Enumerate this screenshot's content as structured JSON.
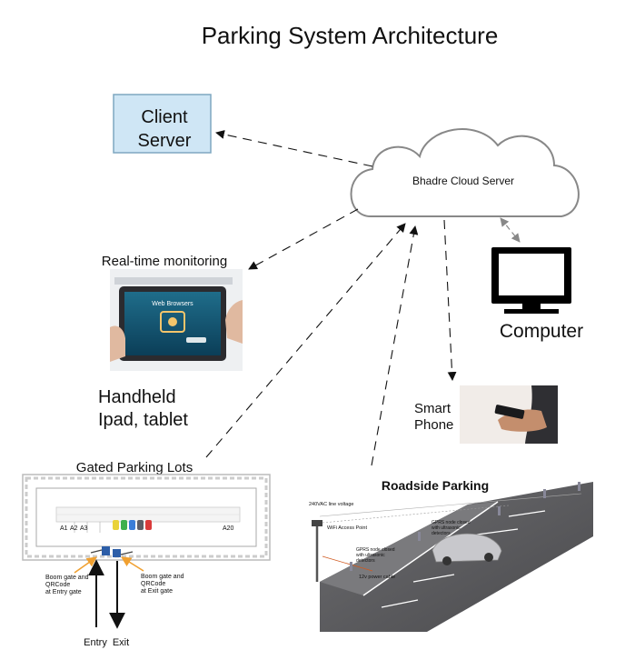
{
  "title": "Parking System Architecture",
  "nodes": {
    "client_server": {
      "line1": "Client",
      "line2": "Server"
    },
    "cloud": {
      "label": "Bhadre Cloud Server"
    },
    "monitoring": {
      "label": "Real-time monitoring",
      "screen_text": "Web Browsers"
    },
    "handheld": {
      "line1": "Handheld",
      "line2": "Ipad, tablet"
    },
    "computer": {
      "label": "Computer"
    },
    "smartphone": {
      "line1": "Smart",
      "line2": "Phone"
    },
    "gated": {
      "label": "Gated Parking Lots",
      "slot_labels": [
        "A1",
        "A2",
        "A3",
        "A20"
      ],
      "entry_gate_text": [
        "Boom gate and",
        "QRCode",
        "at Entry gate"
      ],
      "exit_gate_text": [
        "Boom gate and",
        "QRCode",
        "at Exit gate"
      ],
      "entry": "Entry",
      "exit": "Exit"
    },
    "roadside": {
      "label": "Roadside Parking",
      "annotations": {
        "voltage": "240VAC line voltage",
        "wifi": "WiFi Access Point",
        "sensor1": [
          "GPRS node closed",
          "with ultrasonic",
          "detectors"
        ],
        "sensor2": [
          "GPRS node closed",
          "with ultrasonic",
          "detectors"
        ],
        "power": "12v power cable"
      }
    }
  },
  "colors": {
    "client_fill": "#cfe6f5",
    "client_stroke": "#7fa7c0",
    "arrow": "#111111",
    "computer_arrow": "#888888",
    "gate_arrow": "#f0a030"
  }
}
